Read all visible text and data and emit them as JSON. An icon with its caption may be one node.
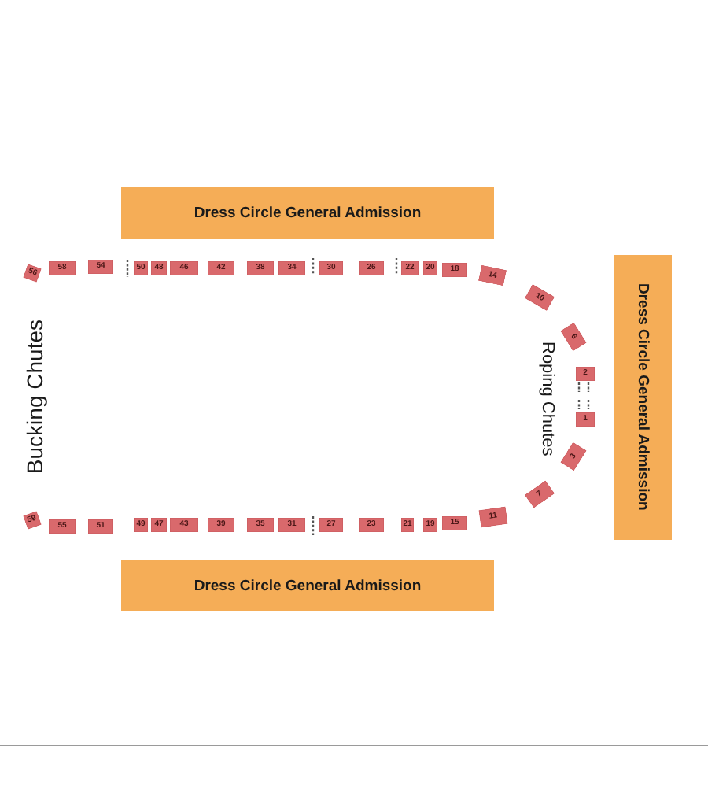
{
  "diagram": {
    "nodes": [
      {
        "text": [
          "Dress Circle General Admission"
        ]
      },
      {
        "text": [
          "56"
        ]
      },
      {
        "text": [
          "58"
        ]
      },
      {
        "text": [
          "54"
        ]
      },
      {
        "text": [
          "50"
        ]
      },
      {
        "text": [
          "48"
        ]
      },
      {
        "text": [
          "46"
        ]
      },
      {
        "text": [
          "42"
        ]
      },
      {
        "text": [
          "38"
        ]
      },
      {
        "text": [
          "34"
        ]
      },
      {
        "text": [
          "30"
        ]
      },
      {
        "text": [
          "26"
        ]
      },
      {
        "text": [
          "22"
        ]
      },
      {
        "text": [
          "20"
        ]
      },
      {
        "text": [
          "18"
        ]
      },
      {
        "text": [
          "14"
        ]
      },
      {
        "text": [
          "Dress Circle General Admission"
        ]
      },
      {
        "text": [
          "10"
        ]
      },
      {
        "text": [
          "6"
        ]
      },
      {
        "text": [
          "2"
        ]
      },
      {
        "text": [
          "1"
        ]
      },
      {
        "text": [
          "3"
        ]
      },
      {
        "text": [
          "7"
        ]
      },
      {
        "text": [
          "59"
        ]
      },
      {
        "text": [
          "55"
        ]
      },
      {
        "text": [
          "51"
        ]
      },
      {
        "text": [
          "49"
        ]
      },
      {
        "text": [
          "47"
        ]
      },
      {
        "text": [
          "43"
        ]
      },
      {
        "text": [
          "39"
        ]
      },
      {
        "text": [
          "35"
        ]
      },
      {
        "text": [
          "31"
        ]
      },
      {
        "text": [
          "27"
        ]
      },
      {
        "text": [
          "23"
        ]
      },
      {
        "text": [
          "21"
        ]
      },
      {
        "text": [
          "19"
        ]
      },
      {
        "text": [
          "15"
        ]
      },
      {
        "text": [
          "11"
        ]
      },
      {
        "text": [
          "Dress Circle General Admission"
        ]
      }
    ],
    "labels": [
      "Bucking Chutes",
      "Roping Chutes"
    ]
  }
}
